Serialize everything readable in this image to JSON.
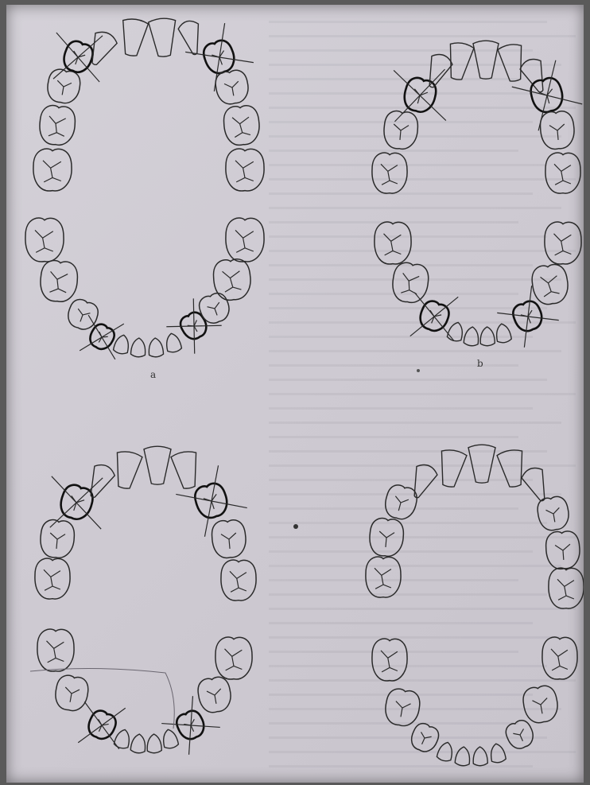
{
  "figure": {
    "panels": [
      {
        "id": "a",
        "label": "a"
      },
      {
        "id": "b",
        "label": "b"
      },
      {
        "id": "c",
        "label": ""
      },
      {
        "id": "d",
        "label": ""
      }
    ],
    "colors": {
      "paper": "#d2cfd6",
      "ink": "#2a2a2a",
      "extraction_outline": "#111111"
    },
    "icons": [
      "tooth-crown-icon",
      "extraction-cross-icon"
    ]
  }
}
